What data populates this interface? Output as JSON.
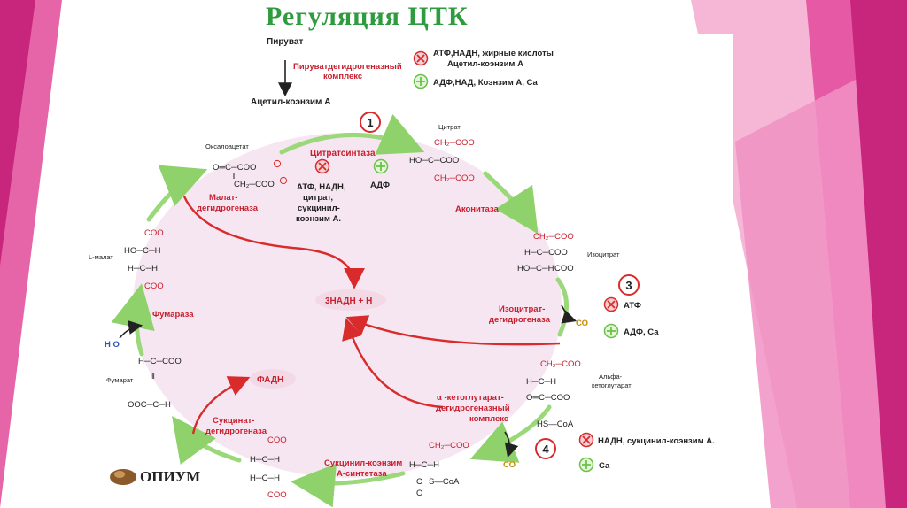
{
  "slide": {
    "title": "Регуляция ЦТК",
    "logo_text": "ОПИУМ"
  },
  "top": {
    "pyruvate": "Пируват",
    "pdh_line1": "Пируватдегидрогеназный",
    "pdh_line2": "комплекс",
    "acetyl_coa": "Ацетил-коэнзим А",
    "inhib_line1": "АТФ,НАДН, жирные кислоты",
    "inhib_line2": "Ацетил-коэнзим А",
    "activ": "АДФ,НАД, Коэнзим А, Са"
  },
  "cycle": {
    "oxaloacetate": "Оксалоацетат",
    "citrate": "Цитрат",
    "isocitrate": "Изоцитрат",
    "alpha_kg_line1": "Альфа-",
    "alpha_kg_line2": "кетоглутарат",
    "l_malate": "L-малат",
    "fumarate": "Фумарат",
    "citrate_synthase": "Цитратсинтаза",
    "cs_inhib_1": "АТФ, НАДН,",
    "cs_inhib_2": "цитрат,",
    "cs_inhib_3": "сукцинил-",
    "cs_inhib_4": "коэнзим А.",
    "cs_activ": "АДФ",
    "aconitase": "Аконитаза",
    "icdh_1": "Изоцитрат-",
    "icdh_2": "дегидрогеназа",
    "akgdh_1": "α -кетоглутарат-",
    "akgdh_2": "дегидрогеназный",
    "akgdh_3": "комплекс",
    "succinyl_synthetase_1": "Сукцинил-коэнзим",
    "succinyl_synthetase_2": "А-синтетаза",
    "sdh_1": "Сукцинат-",
    "sdh_2": "дегидрогеназа",
    "fumarase": "Фумараза",
    "mdh_1": "Малат-",
    "mdh_2": "дегидрогеназа",
    "nadh_center": "3НАДН + Н",
    "fadh2": "ФАДН",
    "water": "Н О",
    "co2": "СО",
    "hs_coa": "HS—CoA",
    "s_coa": "S—CoA"
  },
  "regulation": {
    "step1": "1",
    "step3": "3",
    "step3_inhib": "АТФ",
    "step3_activ": "АДФ, Са",
    "step4": "4",
    "step4_inhib": "НАДН, сукцинил-коэнзим А.",
    "step4_activ": "Са"
  },
  "colors": {
    "title_green": "#2f9b3f",
    "cycle_fill": "#f6e6f1",
    "arrow_green": "#9bd87a",
    "arrow_red": "#d92b2b",
    "enzyme_red": "#c8202e",
    "pink_accent": "#e5489c",
    "pink_dark": "#c5257c"
  },
  "icons": [
    "inhibit-icon",
    "activate-icon",
    "step-badge-icon",
    "logo-icon"
  ]
}
